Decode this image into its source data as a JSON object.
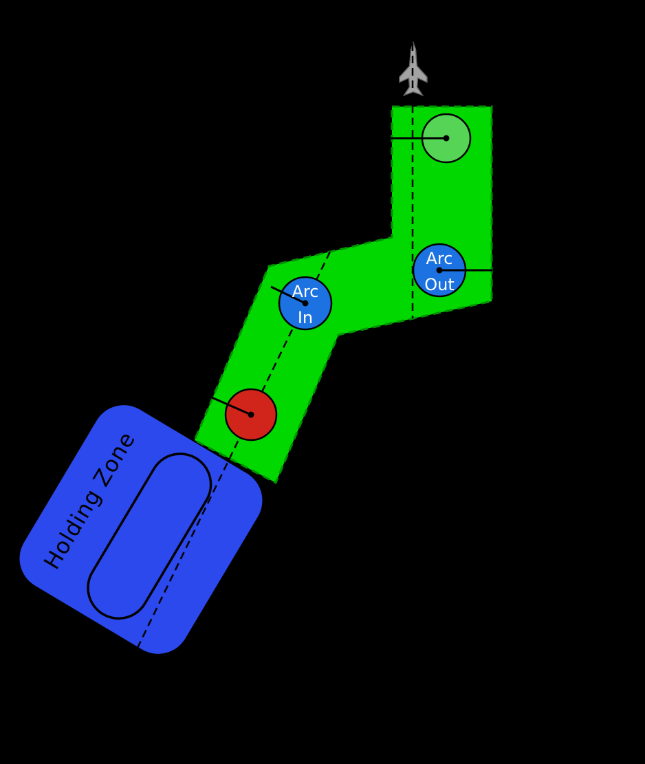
{
  "labels": {
    "holding_zone": "Holding Zone",
    "arc_in_line1": "Arc",
    "arc_in_line2": "In",
    "arc_out_line1": "Arc",
    "arc_out_line2": "Out"
  },
  "colors": {
    "background": "#000000",
    "corridor_fill": "#00d800",
    "corridor_outline": "#009400",
    "centerline": "#000000",
    "connector": "#000000",
    "outline_black": "#000000",
    "green_waypoint_fill": "#55d455",
    "blue_waypoint_fill": "#1b72e0",
    "red_waypoint_fill": "#d1251b",
    "waypoint_label_color": "#ffffff",
    "holding_zone_fill": "#2b49ec",
    "holding_zone_label_color": "#000000",
    "holding_pattern_outline": "#000000",
    "aircraft_fill": "#a3a3a3",
    "aircraft_outline": "#666666"
  },
  "icons": {
    "aircraft": "glider-top-view"
  }
}
